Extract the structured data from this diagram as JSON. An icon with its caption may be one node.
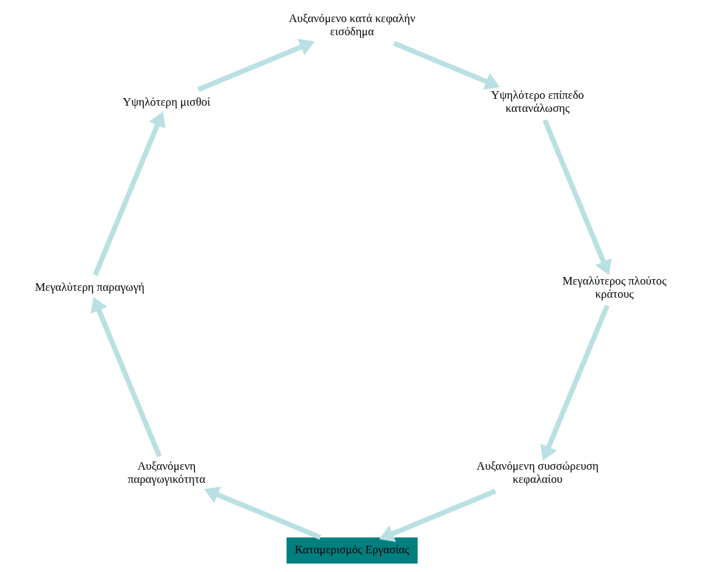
{
  "diagram": {
    "nodes": [
      {
        "text": [
          "Αυξανόμενη συσσώρευση κεφαλαίου"
        ]
      },
      {
        "text": [
          "Καταμερισμός Εργασίας"
        ]
      },
      {
        "text": [
          "Μεγαλύτερος πλούτος κράτους"
        ]
      },
      {
        "text": [
          "Αυξανόμενη παραγωγικότητα"
        ]
      },
      {
        "text": [
          "Υψηλότερο επίπεδο κατανάλωσης"
        ]
      },
      {
        "text": [
          "Μεγαλύτερη παραγωγή"
        ]
      },
      {
        "text": [
          "Υψηλότερη μισθοί"
        ]
      },
      {
        "text": [
          "Αυξανόμενο κατά κεφαλήν εισόδημα"
        ]
      }
    ],
    "edges": [
      {
        "from": 0,
        "to": 1,
        "arrow": "to"
      },
      {
        "from": 1,
        "to": 3,
        "arrow": "to"
      },
      {
        "from": 3,
        "to": 5,
        "arrow": "to"
      },
      {
        "from": 5,
        "to": 6,
        "arrow": "to"
      },
      {
        "from": 6,
        "to": 7,
        "arrow": "to"
      },
      {
        "from": 7,
        "to": 4,
        "arrow": "to"
      },
      {
        "from": 4,
        "to": 2,
        "arrow": "to"
      },
      {
        "from": 2,
        "to": 0,
        "arrow": "to"
      }
    ]
  }
}
